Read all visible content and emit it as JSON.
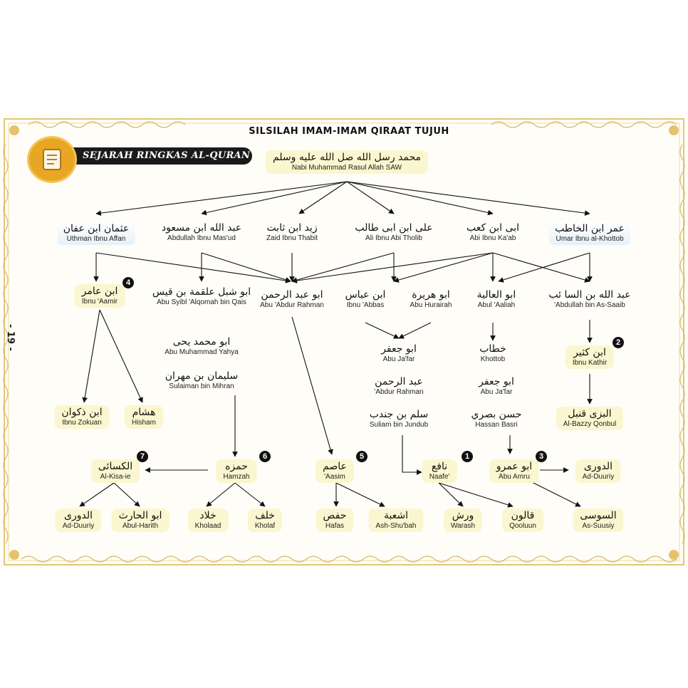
{
  "title": "SILSILAH IMAM-IMAM QIRAAT TUJUH",
  "banner": "SEJARAH RINGKAS AL-QURAN",
  "page_number": "- 19 -",
  "root": {
    "ar": "محمد رسل الله صل الله عليه وسلم",
    "lat": "Nabi Muhammad Rasul Allah SAW"
  },
  "companions": [
    {
      "ar": "عثمان ابن عفان",
      "lat": "Uthman Ibnu Affan"
    },
    {
      "ar": "عبد الله ابن مسعود",
      "lat": "Abdullah Ibnu Mas'ud"
    },
    {
      "ar": "زيد ابن ثابت",
      "lat": "Zaid Ibnu Thabit"
    },
    {
      "ar": "على ابن ابى طالب",
      "lat": "Ali Ibnu Abi Tholib"
    },
    {
      "ar": "ابى ابن كعب",
      "lat": "Abi Ibnu Ka'ab"
    },
    {
      "ar": "عمر ابن الخاطب",
      "lat": "Umar Ibnu al-Khottob"
    }
  ],
  "tier2": {
    "ibnu_aamir": {
      "ar": "ابن عامر",
      "lat": "Ibnu 'Aamir",
      "num": "4"
    },
    "abu_syibl": {
      "ar": "ابو شبل علقمة بن قيس",
      "lat": "Abu Syibl 'Alqomah bin Qais"
    },
    "abu_abdur": {
      "ar": "ابو عبد الرحمن",
      "lat": "Abu 'Abdur Rahman"
    },
    "ibnu_abbas": {
      "ar": "ابن عباس",
      "lat": "Ibnu 'Abbas"
    },
    "abu_hurairah": {
      "ar": "ابو هريرة",
      "lat": "Abu Hurairah"
    },
    "abul_aaliah": {
      "ar": "ابو العالية",
      "lat": "Abul 'Aaliah"
    },
    "abdullah_saaib": {
      "ar": "عبد الله بن السا ئب",
      "lat": "'Abdullah bin As-Saaib"
    }
  },
  "chain_left": [
    {
      "ar": "ابو محمد يحى",
      "lat": "Abu Muhammad Yahya"
    },
    {
      "ar": "سليمان بن مهران",
      "lat": "Sulaiman bin Mihran"
    }
  ],
  "chain_mid": [
    {
      "ar": "ابو جعفر",
      "lat": "Abu Ja'far"
    },
    {
      "ar": "عبد الرحمن",
      "lat": "'Abdur Rahman"
    },
    {
      "ar": "سلم بن جندب",
      "lat": "Suliam bin  Jundub"
    }
  ],
  "chain_right": [
    {
      "ar": "خطاب",
      "lat": "Khottob"
    },
    {
      "ar": "ابو جعفر",
      "lat": "Abu Ja'far"
    },
    {
      "ar": "حسن بصري",
      "lat": "Hassan Basri"
    }
  ],
  "ibnu_kathir": {
    "ar": "ابن كثير",
    "lat": "Ibnu Kathir",
    "num": "2"
  },
  "albazzy": {
    "ar": "البزى قنبل",
    "lat": "Al-Bazzy Qonbul"
  },
  "ibnu_zokuan": {
    "ar": "ابن ذكوان",
    "lat": "Ibnu Zokuan"
  },
  "hisham": {
    "ar": "هشام",
    "lat": "Hisham"
  },
  "imams": {
    "kisaie": {
      "ar": "الكسائى",
      "lat": "Al-Kisa-ie",
      "num": "7"
    },
    "hamzah": {
      "ar": "حمزه",
      "lat": "Hamzah",
      "num": "6"
    },
    "aasim": {
      "ar": "عاصم",
      "lat": "'Aasim",
      "num": "5"
    },
    "naafe": {
      "ar": "نافع",
      "lat": "Naafe'",
      "num": "1"
    },
    "abuamru": {
      "ar": "ابو عمرو",
      "lat": "Abu Amru",
      "num": "3"
    }
  },
  "rawi": {
    "duuriy_l": {
      "ar": "الدورى",
      "lat": "Ad-Duuriy"
    },
    "abulharith": {
      "ar": "ابو الحارث",
      "lat": "Abul-Harith"
    },
    "kholaad": {
      "ar": "خلاد",
      "lat": "Kholaad"
    },
    "kholaf": {
      "ar": "خلف",
      "lat": "Kholaf"
    },
    "hafas": {
      "ar": "حفص",
      "lat": "Hafas"
    },
    "shubah": {
      "ar": "اشعبة",
      "lat": "Ash-Shu'bah"
    },
    "warash": {
      "ar": "ورش",
      "lat": "Warash"
    },
    "qooluun": {
      "ar": "قالون",
      "lat": "Qooluun"
    },
    "duuriy_r": {
      "ar": "الدورى",
      "lat": "Ad-Duuriy"
    },
    "suusiy": {
      "ar": "السوسى",
      "lat": "As-Suusiy"
    }
  }
}
